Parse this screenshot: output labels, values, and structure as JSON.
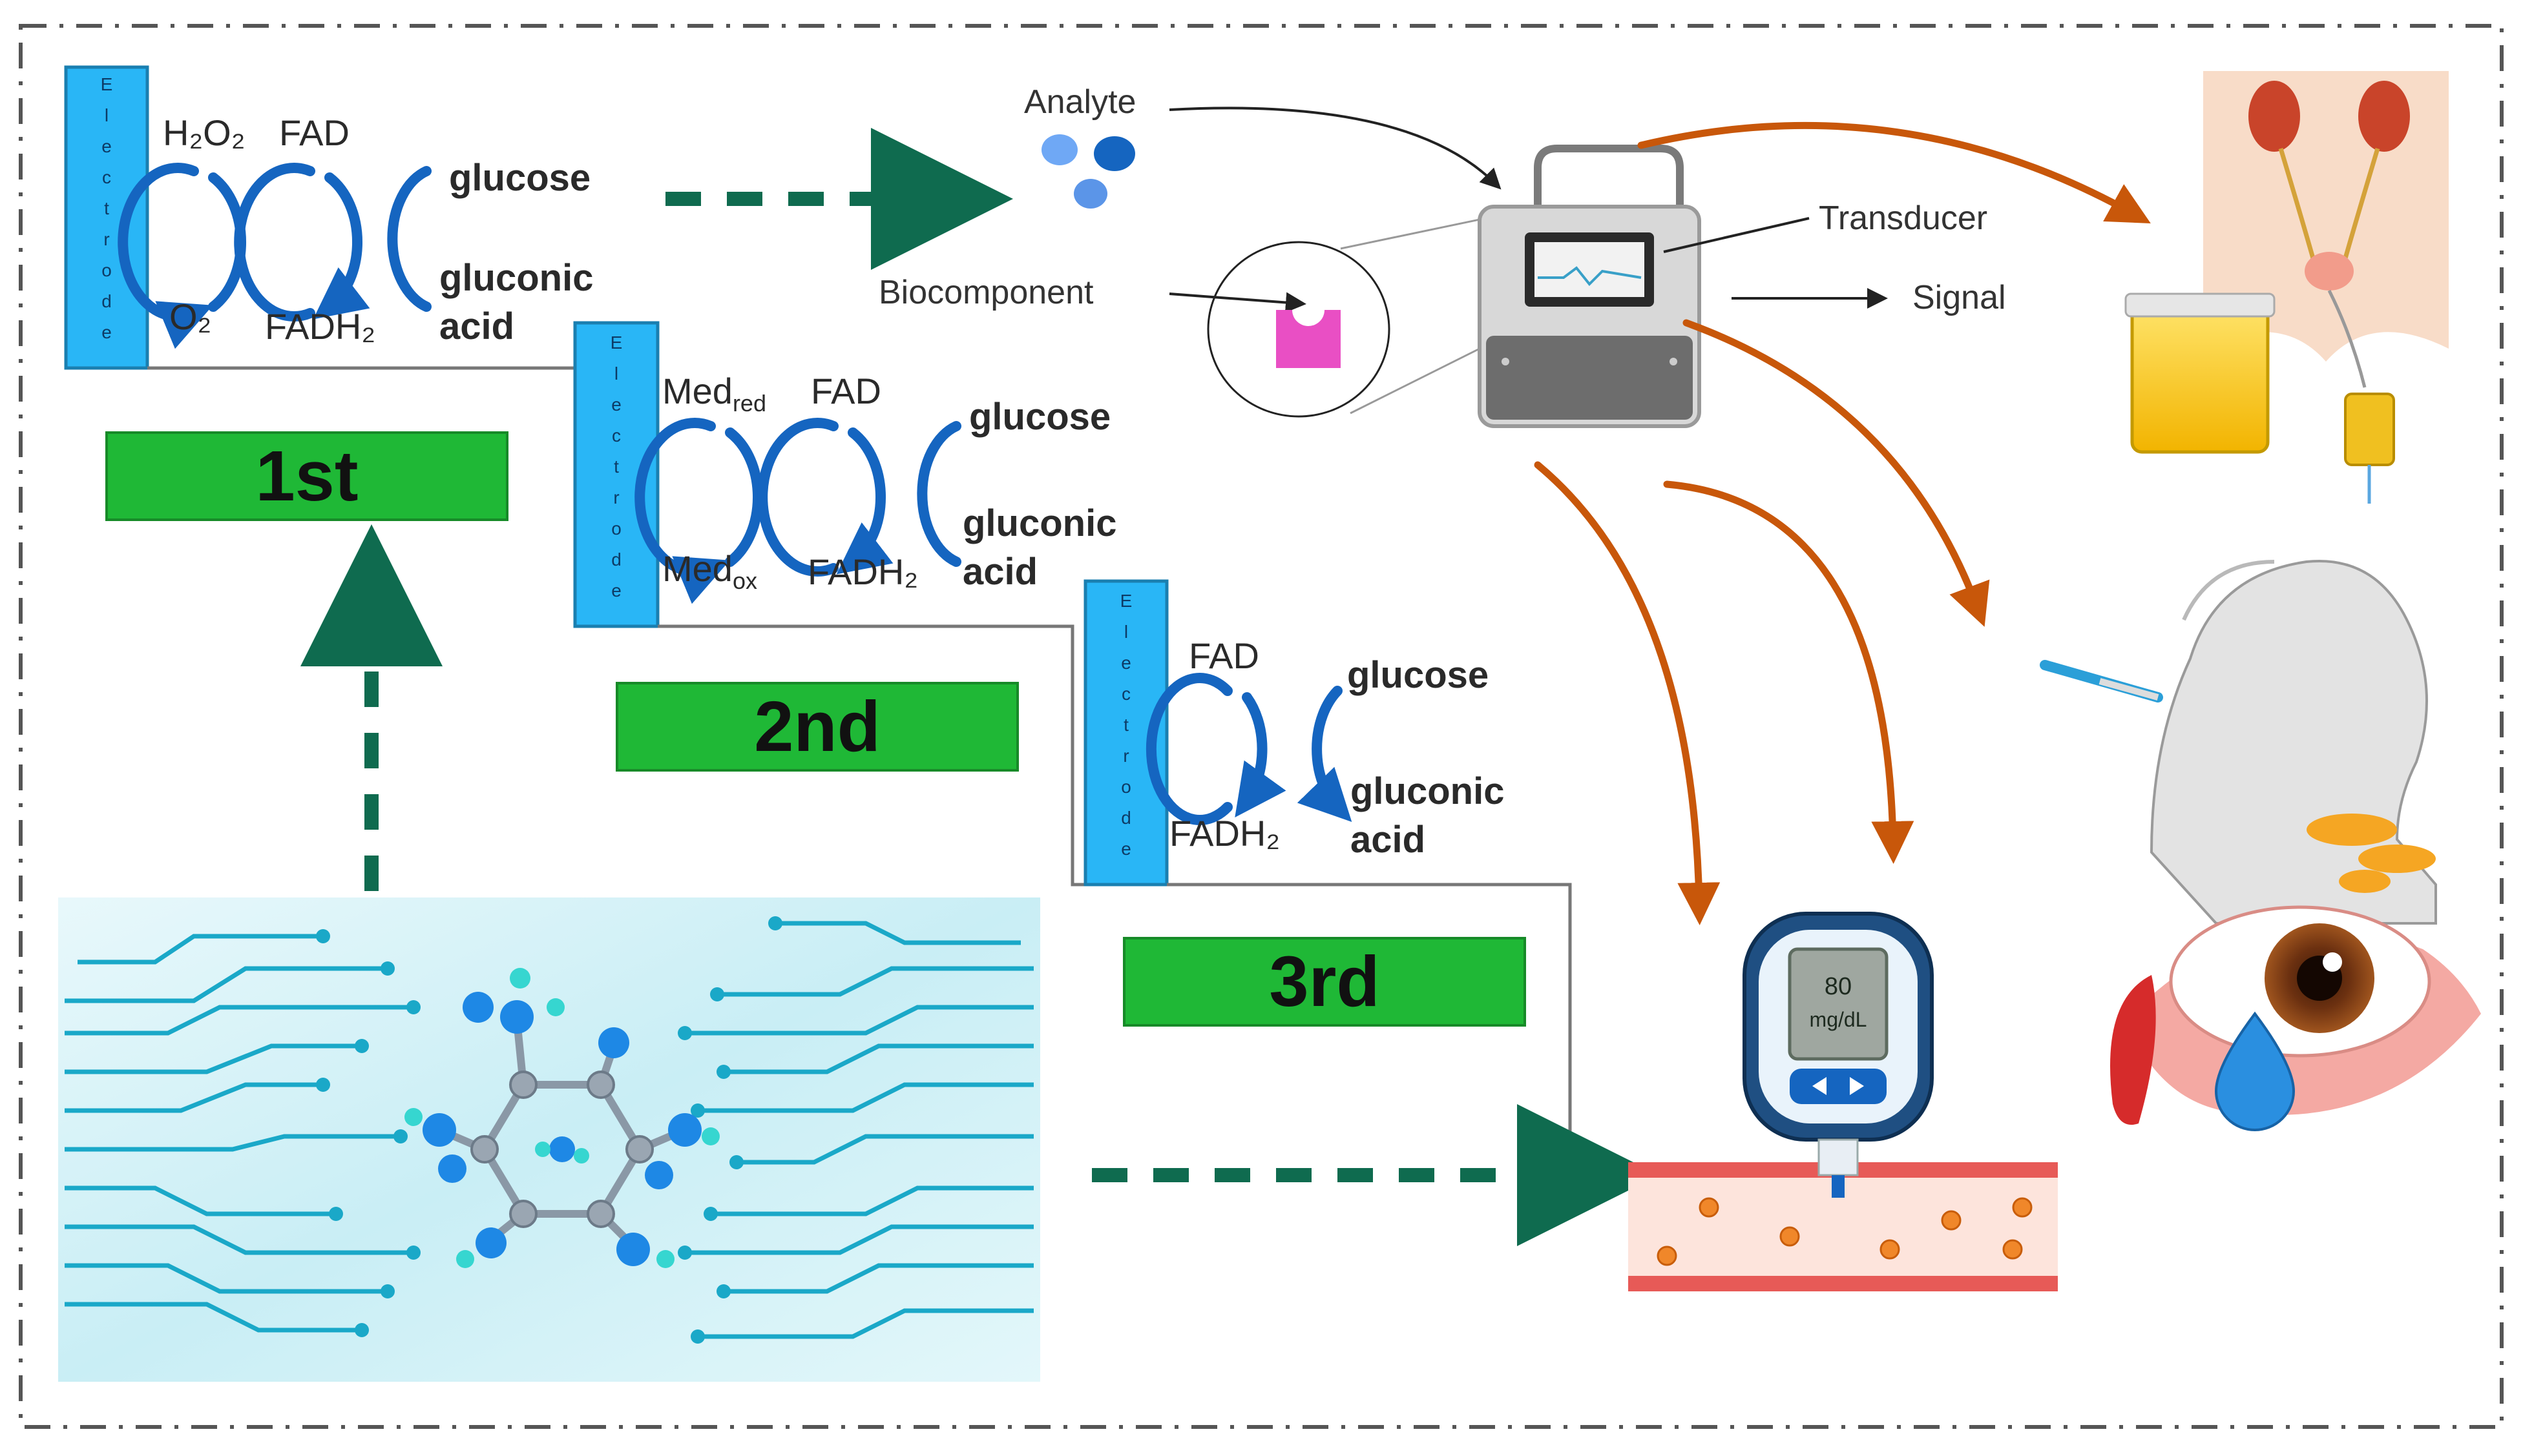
{
  "electrode_label": "Electrode",
  "generations": {
    "first": {
      "badge": "1st",
      "top_left": "H₂O₂",
      "top_mid": "FAD",
      "bottom_left": "O₂",
      "bottom_mid": "FADH₂",
      "substrate": "glucose",
      "product_line1": "gluconic",
      "product_line2": "acid"
    },
    "second": {
      "badge": "2nd",
      "top_left_base": "Med",
      "top_left_sub": "red",
      "top_mid": "FAD",
      "bottom_left_base": "Med",
      "bottom_left_sub": "ox",
      "bottom_mid": "FADH₂",
      "substrate": "glucose",
      "product_line1": "gluconic",
      "product_line2": "acid"
    },
    "third": {
      "badge": "3rd",
      "top_mid": "FAD",
      "bottom_mid": "FADH₂",
      "substrate": "glucose",
      "product_line1": "gluconic",
      "product_line2": "acid"
    }
  },
  "biosensor": {
    "analyte": "Analyte",
    "biocomponent": "Biocomponent",
    "transducer": "Transducer",
    "signal": "Signal"
  },
  "glucometer": {
    "reading_value": "80",
    "reading_unit": "mg/dL"
  },
  "colors": {
    "generation_badge": "#1fb836",
    "electrode": "#29b6f6",
    "cycle_arrow": "#1565c0",
    "dashed_arrow": "#0f6b4f",
    "sample_arrow": "#c8570a",
    "circuit": "#1aa8c8"
  },
  "icons": [
    "urinary-system-icon",
    "urine-cup-icon",
    "urine-bag-icon",
    "saliva-thermometer-icon",
    "sweat-icon",
    "tear-eye-icon",
    "glucometer-icon",
    "blood-vessel-icon",
    "biosensor-device-icon",
    "molecule-icon"
  ]
}
